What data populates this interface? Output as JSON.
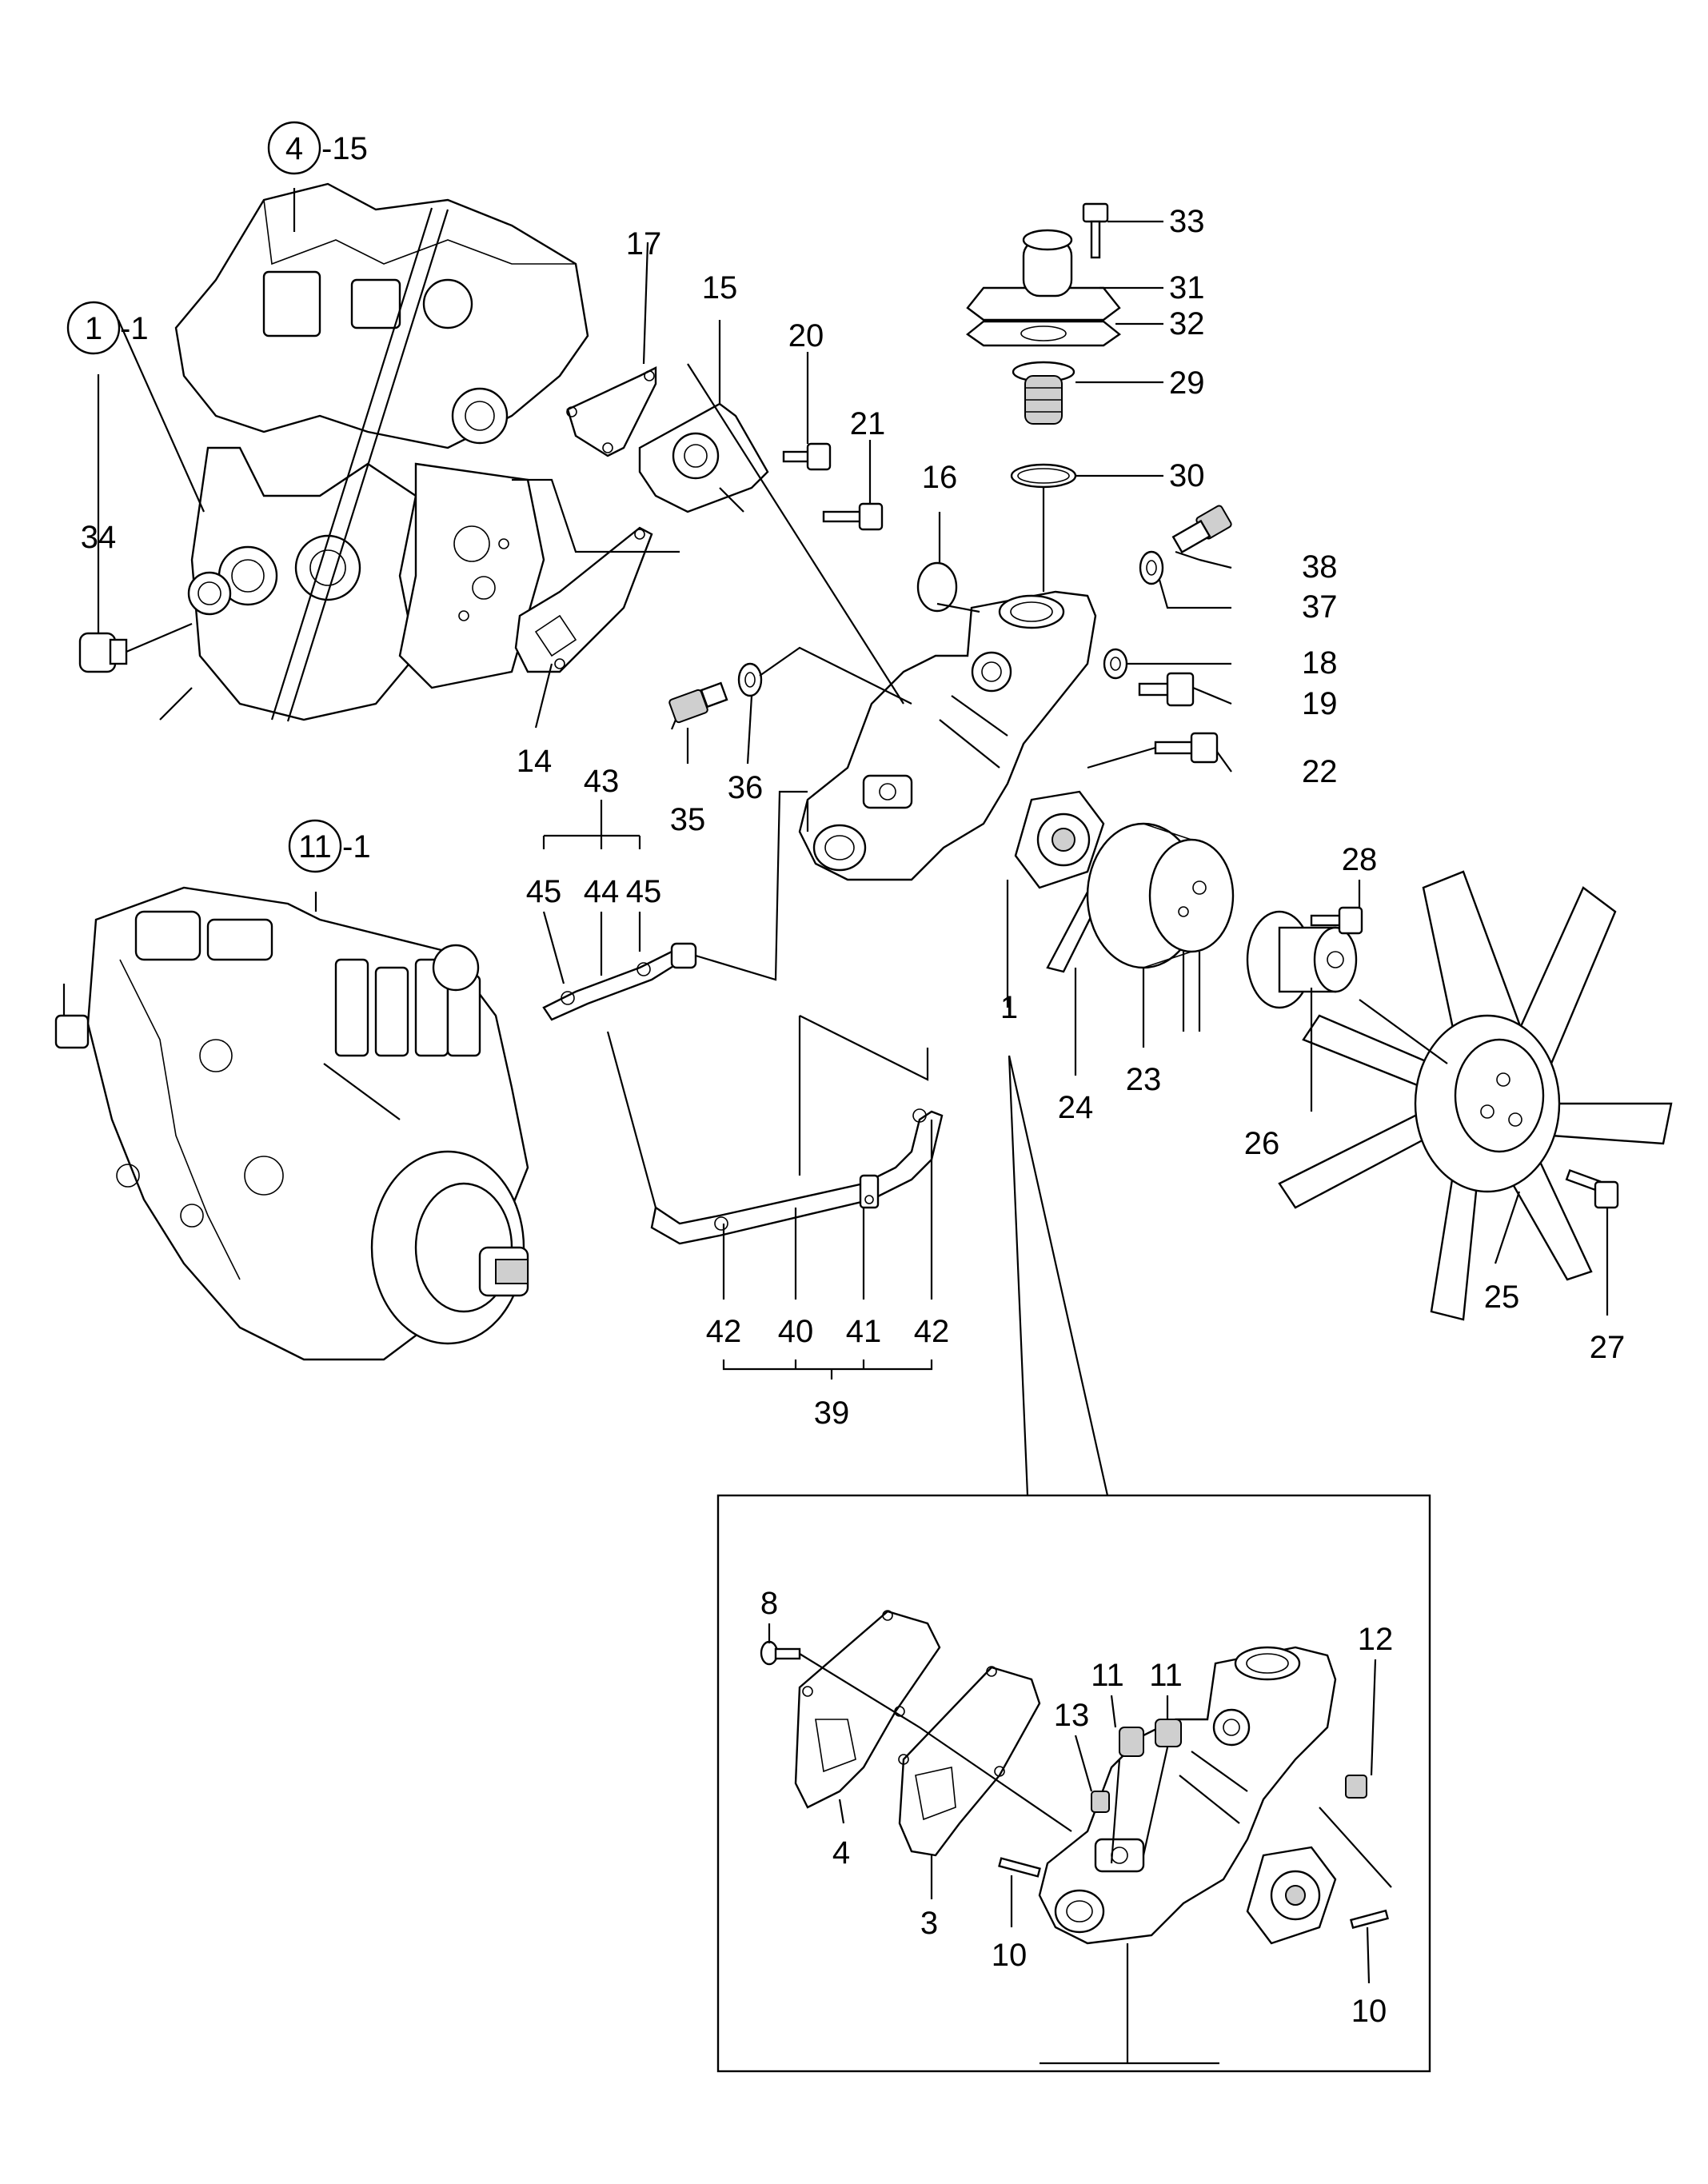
{
  "refs": [
    {
      "id": "ref-4-15",
      "num": "4",
      "suffix": "-15"
    },
    {
      "id": "ref-1-1",
      "num": "1",
      "suffix": "-1"
    },
    {
      "id": "ref-11-1",
      "num": "11",
      "suffix": "-1"
    }
  ],
  "callouts": [
    {
      "id": "c17",
      "text": "17"
    },
    {
      "id": "c15",
      "text": "15"
    },
    {
      "id": "c20",
      "text": "20"
    },
    {
      "id": "c21",
      "text": "21"
    },
    {
      "id": "c33",
      "text": "33"
    },
    {
      "id": "c31",
      "text": "31"
    },
    {
      "id": "c32",
      "text": "32"
    },
    {
      "id": "c29",
      "text": "29"
    },
    {
      "id": "c30",
      "text": "30"
    },
    {
      "id": "c16",
      "text": "16"
    },
    {
      "id": "c38",
      "text": "38"
    },
    {
      "id": "c37",
      "text": "37"
    },
    {
      "id": "c18",
      "text": "18"
    },
    {
      "id": "c19",
      "text": "19"
    },
    {
      "id": "c22",
      "text": "22"
    },
    {
      "id": "c34",
      "text": "34"
    },
    {
      "id": "c14",
      "text": "14"
    },
    {
      "id": "c35",
      "text": "35"
    },
    {
      "id": "c36",
      "text": "36"
    },
    {
      "id": "c43",
      "text": "43"
    },
    {
      "id": "c45a",
      "text": "45"
    },
    {
      "id": "c44",
      "text": "44"
    },
    {
      "id": "c45b",
      "text": "45"
    },
    {
      "id": "c28",
      "text": "28"
    },
    {
      "id": "c1",
      "text": "1"
    },
    {
      "id": "c24",
      "text": "24"
    },
    {
      "id": "c23",
      "text": "23"
    },
    {
      "id": "c26",
      "text": "26"
    },
    {
      "id": "c25",
      "text": "25"
    },
    {
      "id": "c27",
      "text": "27"
    },
    {
      "id": "c42a",
      "text": "42"
    },
    {
      "id": "c40",
      "text": "40"
    },
    {
      "id": "c41",
      "text": "41"
    },
    {
      "id": "c42b",
      "text": "42"
    },
    {
      "id": "c39",
      "text": "39"
    },
    {
      "id": "c8",
      "text": "8"
    },
    {
      "id": "c11a",
      "text": "11"
    },
    {
      "id": "c11b",
      "text": "11"
    },
    {
      "id": "c12",
      "text": "12"
    },
    {
      "id": "c13",
      "text": "13"
    },
    {
      "id": "c4",
      "text": "4"
    },
    {
      "id": "c3",
      "text": "3"
    },
    {
      "id": "c10a",
      "text": "10"
    },
    {
      "id": "c10b",
      "text": "10"
    }
  ]
}
